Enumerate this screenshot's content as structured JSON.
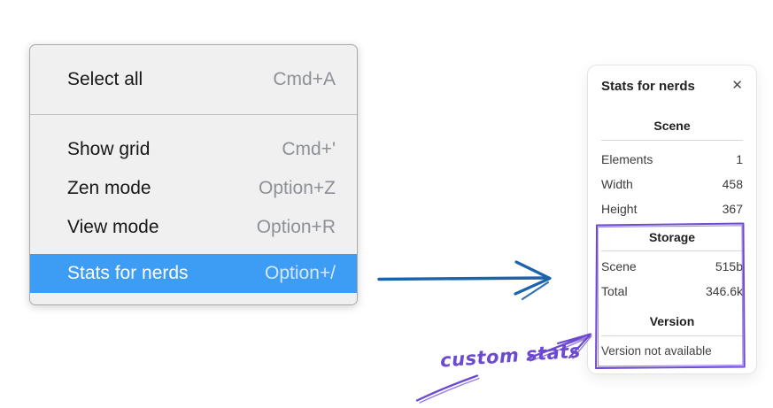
{
  "menu": {
    "items": [
      {
        "label": "Select all",
        "shortcut": "Cmd+A",
        "highlighted": false
      },
      {
        "label": "Show grid",
        "shortcut": "Cmd+'",
        "highlighted": false
      },
      {
        "label": "Zen mode",
        "shortcut": "Option+Z",
        "highlighted": false
      },
      {
        "label": "View mode",
        "shortcut": "Option+R",
        "highlighted": false
      },
      {
        "label": "Stats for nerds",
        "shortcut": "Option+/",
        "highlighted": true
      }
    ],
    "highlight_color": "#3d9cf4"
  },
  "stats_panel": {
    "title": "Stats for nerds",
    "close_icon": "✕",
    "sections": [
      {
        "heading": "Scene",
        "rows": [
          {
            "label": "Elements",
            "value": "1"
          },
          {
            "label": "Width",
            "value": "458"
          },
          {
            "label": "Height",
            "value": "367"
          }
        ]
      },
      {
        "heading": "Storage",
        "rows": [
          {
            "label": "Scene",
            "value": "515b"
          },
          {
            "label": "Total",
            "value": "346.6k"
          }
        ]
      },
      {
        "heading": "Version",
        "note": "Version not available"
      }
    ]
  },
  "annotation": {
    "label": "custom stats",
    "color": "#6b49d1"
  },
  "pointer_arrow_color": "#1c63ae"
}
